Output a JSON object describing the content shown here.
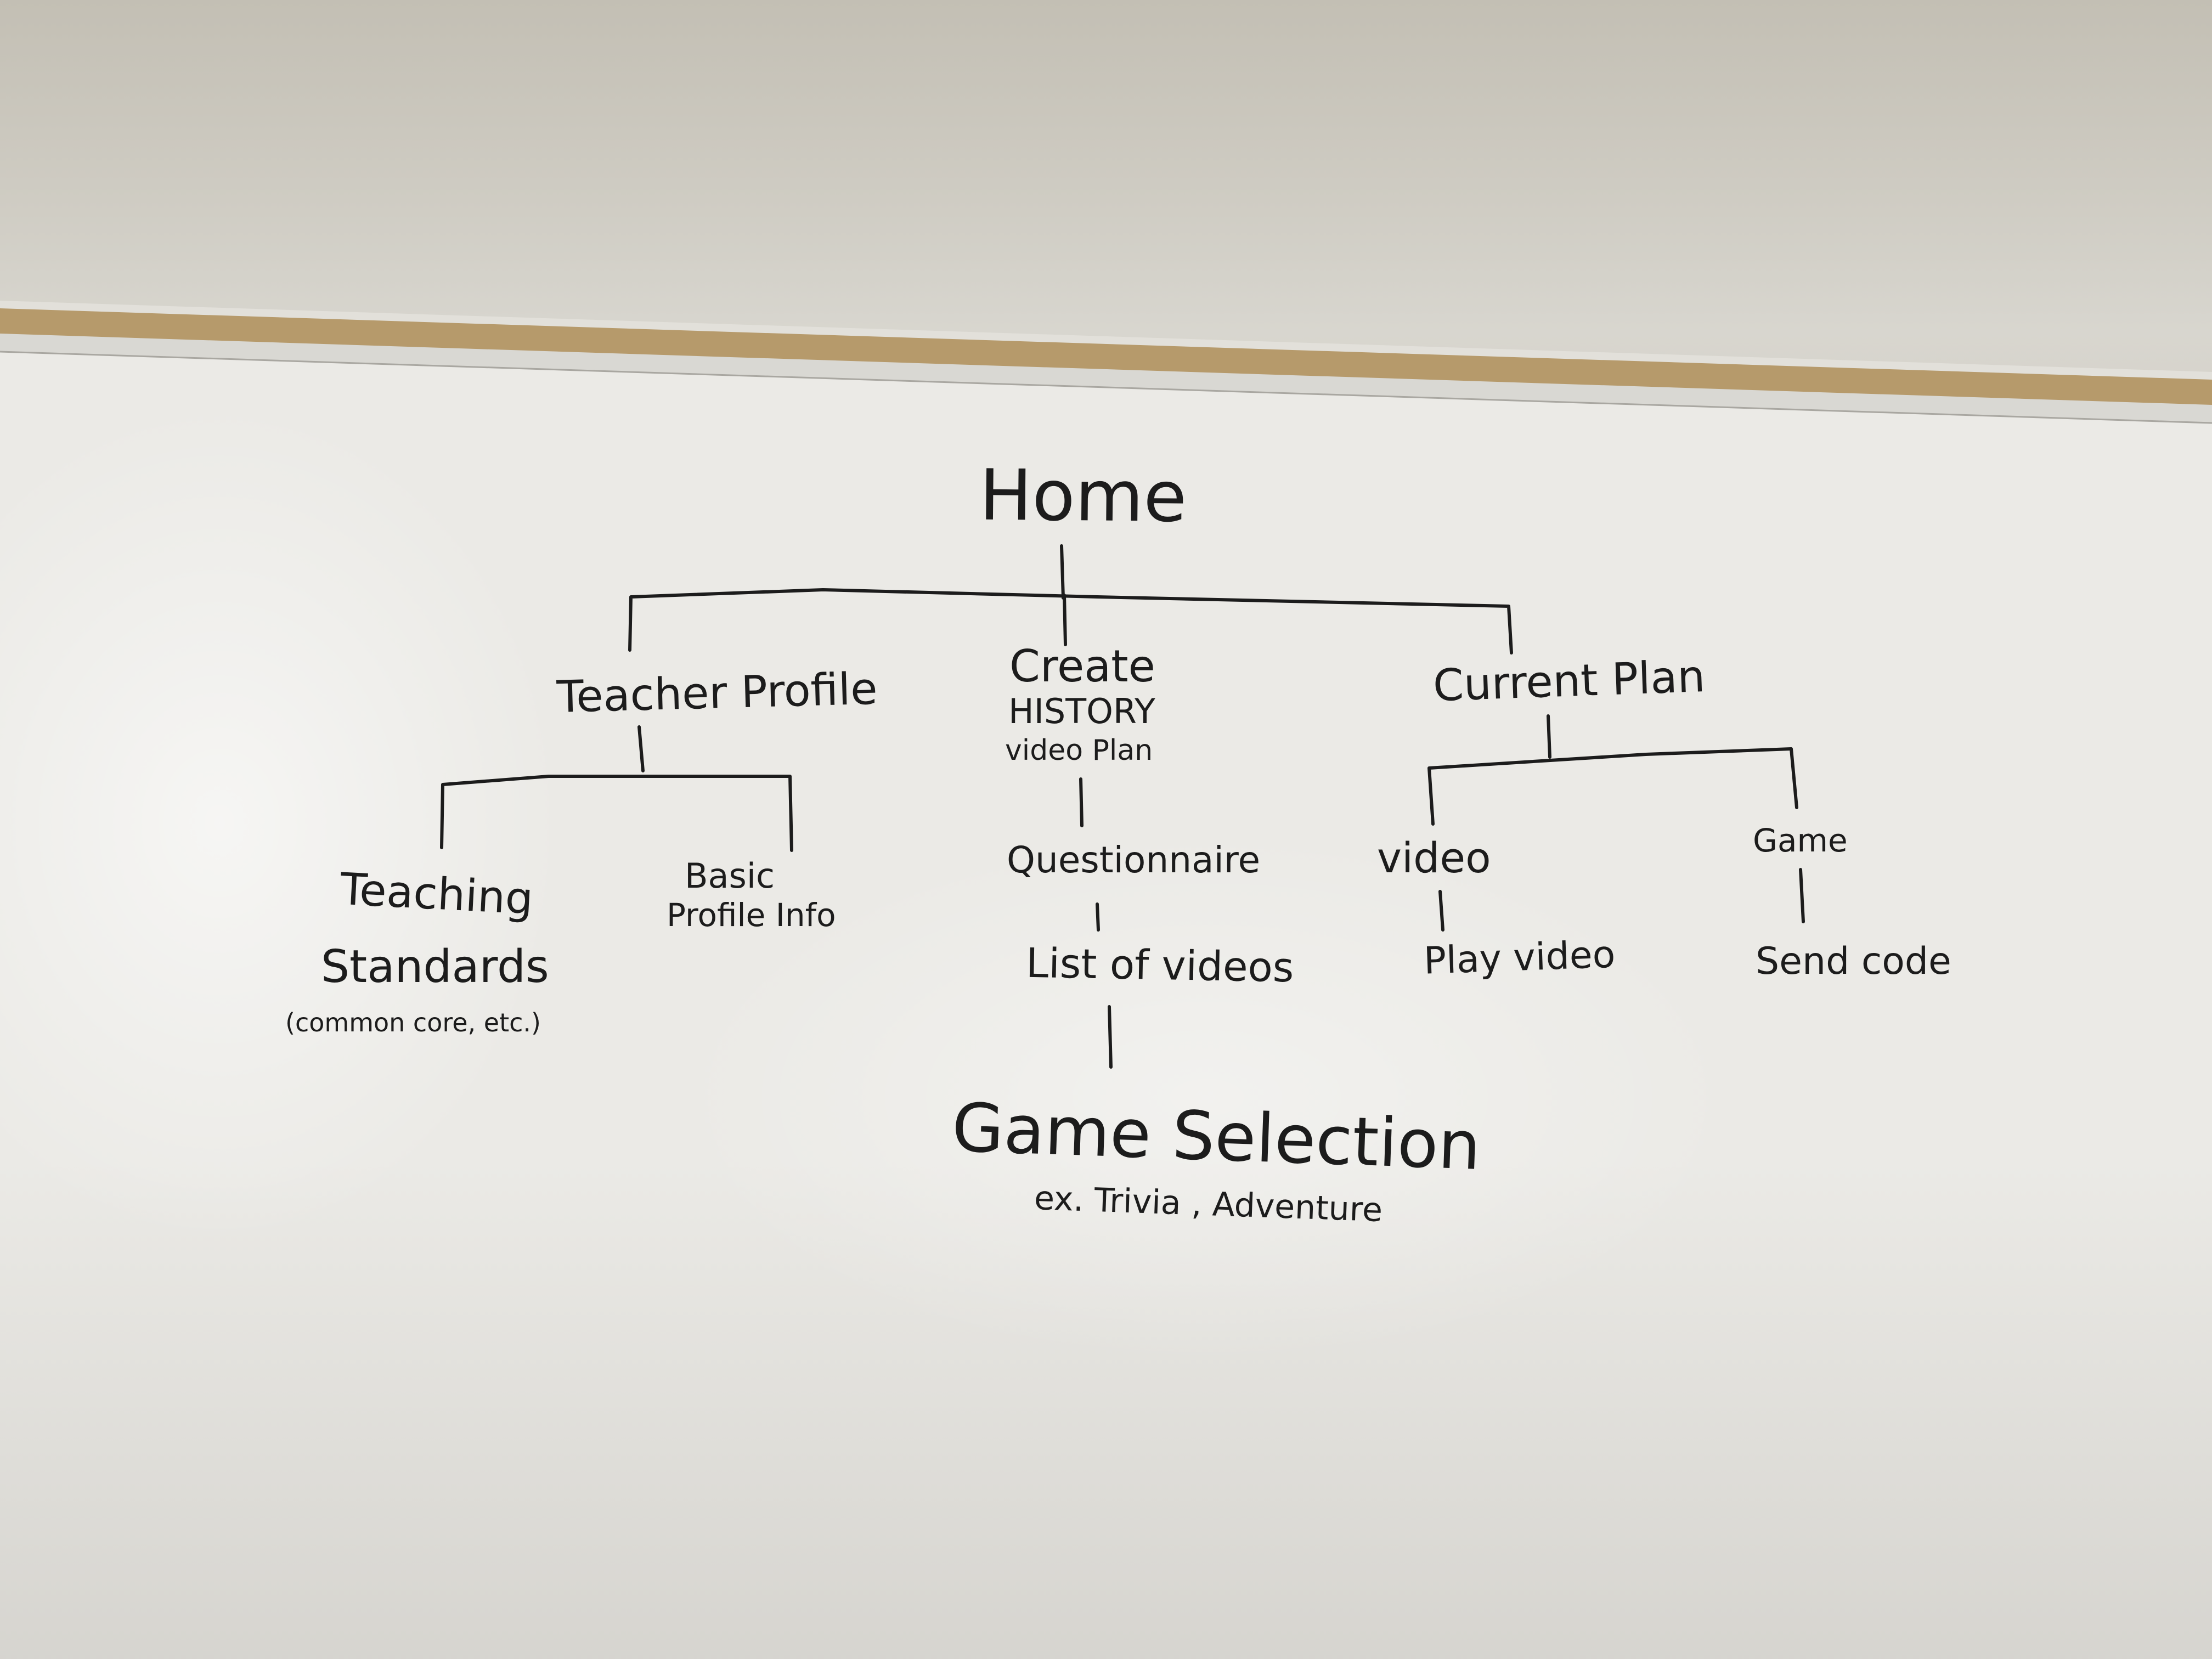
{
  "diagram": {
    "root": "Home",
    "branches": {
      "teacher_profile": {
        "label": "Teacher Profile",
        "children": {
          "teaching_standards": {
            "label_line1": "Teaching",
            "label_line2": "Standards",
            "note": "(common core, etc.)"
          },
          "basic_profile_info": {
            "label_line1": "Basic",
            "label_line2": "Profile  Info"
          }
        }
      },
      "create_plan": {
        "label_line1": "Create",
        "label_line2": "HISTORY",
        "label_line3": "video  Plan",
        "steps": [
          "Questionnaire",
          "List of videos",
          "Game Selection"
        ],
        "note": "ex. Trivia , Adventure"
      },
      "current_plan": {
        "label": "Current  Plan",
        "children": {
          "video": {
            "label": "video",
            "child": "Play video"
          },
          "game": {
            "label": "Game",
            "child": "Send code"
          }
        }
      }
    }
  },
  "colors": {
    "ink": "#1c1c1c",
    "board": "#eeedea",
    "cork": "#b69a6b",
    "tray": "#d4d3cf"
  }
}
